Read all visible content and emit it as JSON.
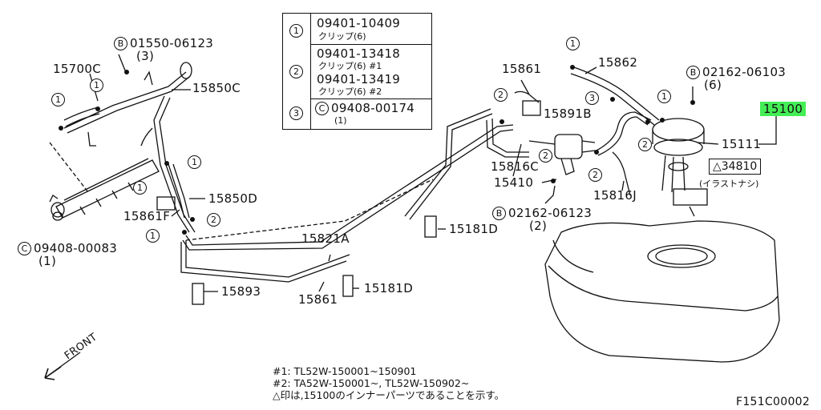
{
  "diagram": {
    "legend": {
      "rows": [
        {
          "num": "1",
          "code": "09401-10409",
          "sub": "クリップ(6)"
        },
        {
          "num": "2",
          "code": "09401-13418",
          "sub": "クリップ(6) #1",
          "code2": "09401-13419",
          "sub2": "クリップ(6) #2"
        },
        {
          "num": "3",
          "prefix": "C",
          "code": "09408-00174",
          "sub": "(1)"
        }
      ]
    },
    "callouts": {
      "c1": "1",
      "c2": "2",
      "c3": "3",
      "b": "B",
      "cc": "C"
    },
    "labels": {
      "p01550": "01550-06123",
      "p01550_qty": "(3)",
      "p15700c": "15700C",
      "p15850c": "15850C",
      "p15850d": "15850D",
      "p15861f": "15861F",
      "p09408": "09408-00083",
      "p09408_qty": "(1)",
      "p15893": "15893",
      "p15821a": "15821A",
      "p15861_bottom": "15861",
      "p15181d_a": "15181D",
      "p15181d_b": "15181D",
      "p15861_top": "15861",
      "p15862": "15862",
      "p15891b": "15891B",
      "p15816c": "15816C",
      "p15410": "15410",
      "p02162_a": "02162-06123",
      "p02162_a_qty": "(2)",
      "p15816j": "15816J",
      "p02162_b": "02162-06103",
      "p02162_b_qty": "(6)",
      "p15100": "15100",
      "p15111": "15111",
      "p34810": "△34810",
      "p34810_note": "(イラストナシ)",
      "front": "FRONT"
    },
    "notes": [
      "#1: TL52W-150001~150901",
      "#2: TA52W-150001~, TL52W-150902~",
      "△印は,15100のインナーパーツであることを示す。"
    ],
    "figure_id": "F151C00002"
  }
}
